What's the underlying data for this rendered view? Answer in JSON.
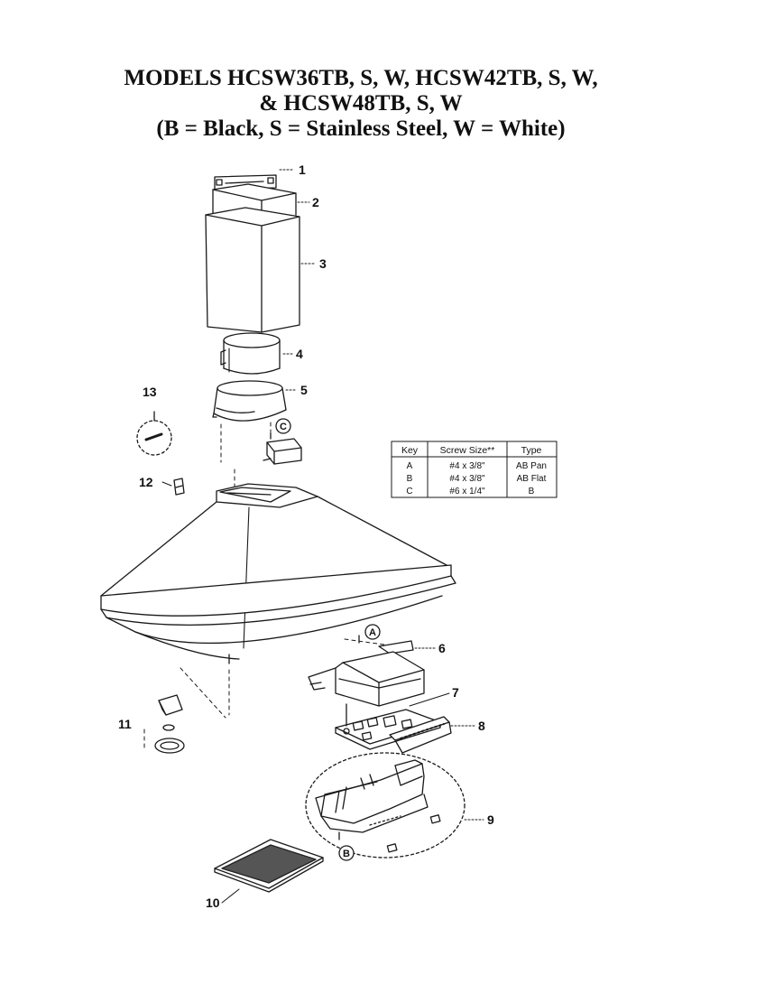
{
  "header": {
    "line1": "MODELS HCSW36TB, S, W, HCSW42TB, S, W,",
    "line2": "& HCSW48TB, S, W",
    "line3": "(B = Black, S = Stainless Steel, W = White)"
  },
  "callouts": {
    "p1": "1",
    "p2": "2",
    "p3": "3",
    "p4": "4",
    "p5": "5",
    "p6": "6",
    "p7": "7",
    "p8": "8",
    "p9": "9",
    "p10": "10",
    "p11": "11",
    "p12": "12",
    "p13": "13"
  },
  "screw_letters": {
    "a": "A",
    "b": "B",
    "c": "C"
  },
  "screw_table": {
    "headers": [
      "Key",
      "Screw Size**",
      "Type"
    ],
    "rows": [
      [
        "A",
        "#4 x 3/8\"",
        "AB Pan"
      ],
      [
        "B",
        "#4 x 3/8\"",
        "AB Flat"
      ],
      [
        "C",
        "#6 x 1/4\"",
        "B"
      ]
    ]
  }
}
